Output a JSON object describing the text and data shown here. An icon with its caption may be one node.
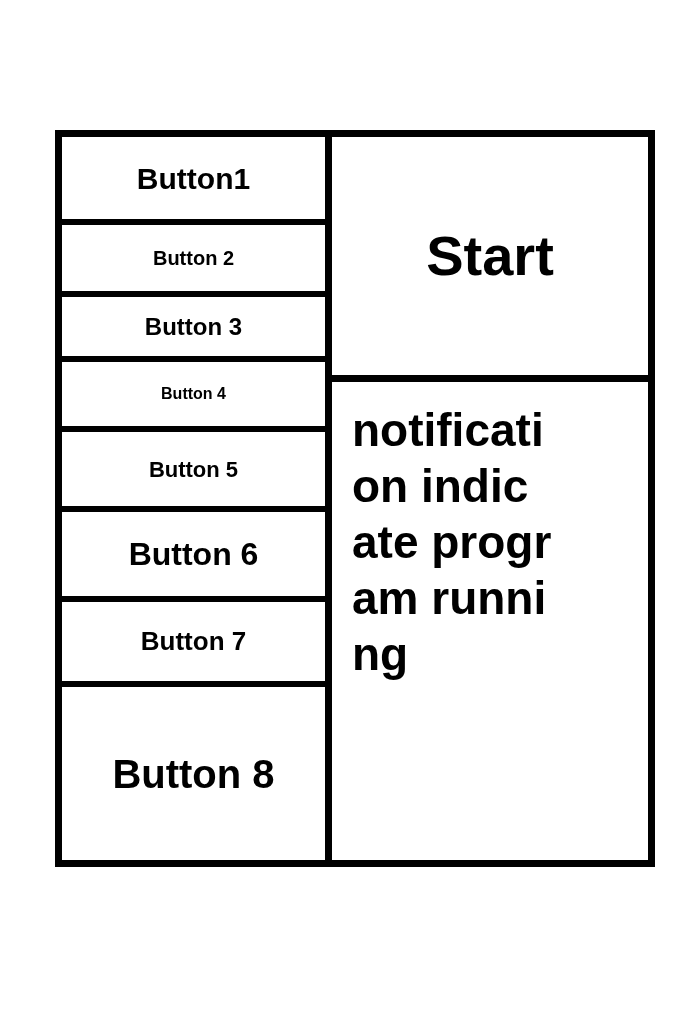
{
  "diagram": {
    "nodes": [
      {
        "text": [],
        "shape": "box"
      },
      {
        "text": [
          "Button1"
        ],
        "in": 0
      },
      {
        "text": [
          "Button 2"
        ],
        "in": 0
      },
      {
        "text": [
          "Button 3"
        ],
        "in": 0
      },
      {
        "text": [
          "Button 4"
        ],
        "in": 0
      },
      {
        "text": [
          "Button 5"
        ],
        "in": 0
      },
      {
        "text": [
          "Button 6"
        ],
        "in": 0
      },
      {
        "text": [
          "Button 7"
        ],
        "in": 0
      },
      {
        "text": [
          "Button 8"
        ],
        "in": 0
      },
      {
        "text": [
          "Start"
        ],
        "in": 0
      },
      {
        "text": [
          "notification indicate program running"
        ],
        "in": 0
      }
    ]
  }
}
